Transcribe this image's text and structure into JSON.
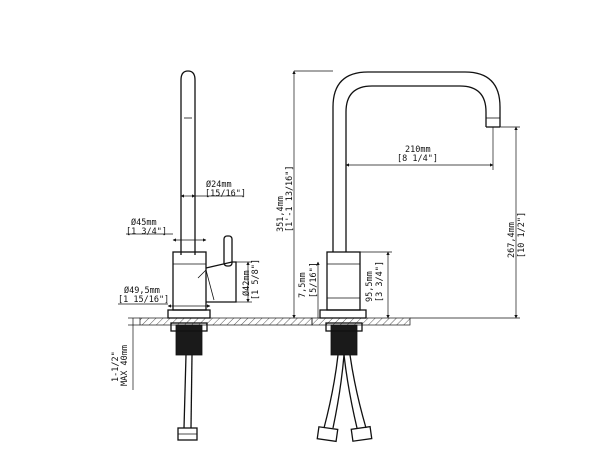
{
  "labels": {
    "d24_mm": "Ø24mm",
    "d24_in": "[15/16\"]",
    "d45_mm": "Ø45mm",
    "d45_in": "[1 3/4\"]",
    "d42_mm": "Ø42mm",
    "d42_in": "[1 5/8\"]",
    "d49_mm": "Ø49,5mm",
    "d49_in": "[1 15/16\"]",
    "h351_mm": "351,4mm",
    "h351_in": "[1'-1 13/16\"]",
    "w210_mm": "210mm",
    "w210_in": "[8 1/4\"]",
    "h267_mm": "267,4mm",
    "h267_in": "[10 1/2\"]",
    "h95_mm": "95,5mm",
    "h95_in": "[3 3/4\"]",
    "h7_mm": "7,5mm",
    "h7_in": "[5/16\"]",
    "deck_in": "1-1/2\"",
    "deck_mm": "MAX 40mm"
  }
}
